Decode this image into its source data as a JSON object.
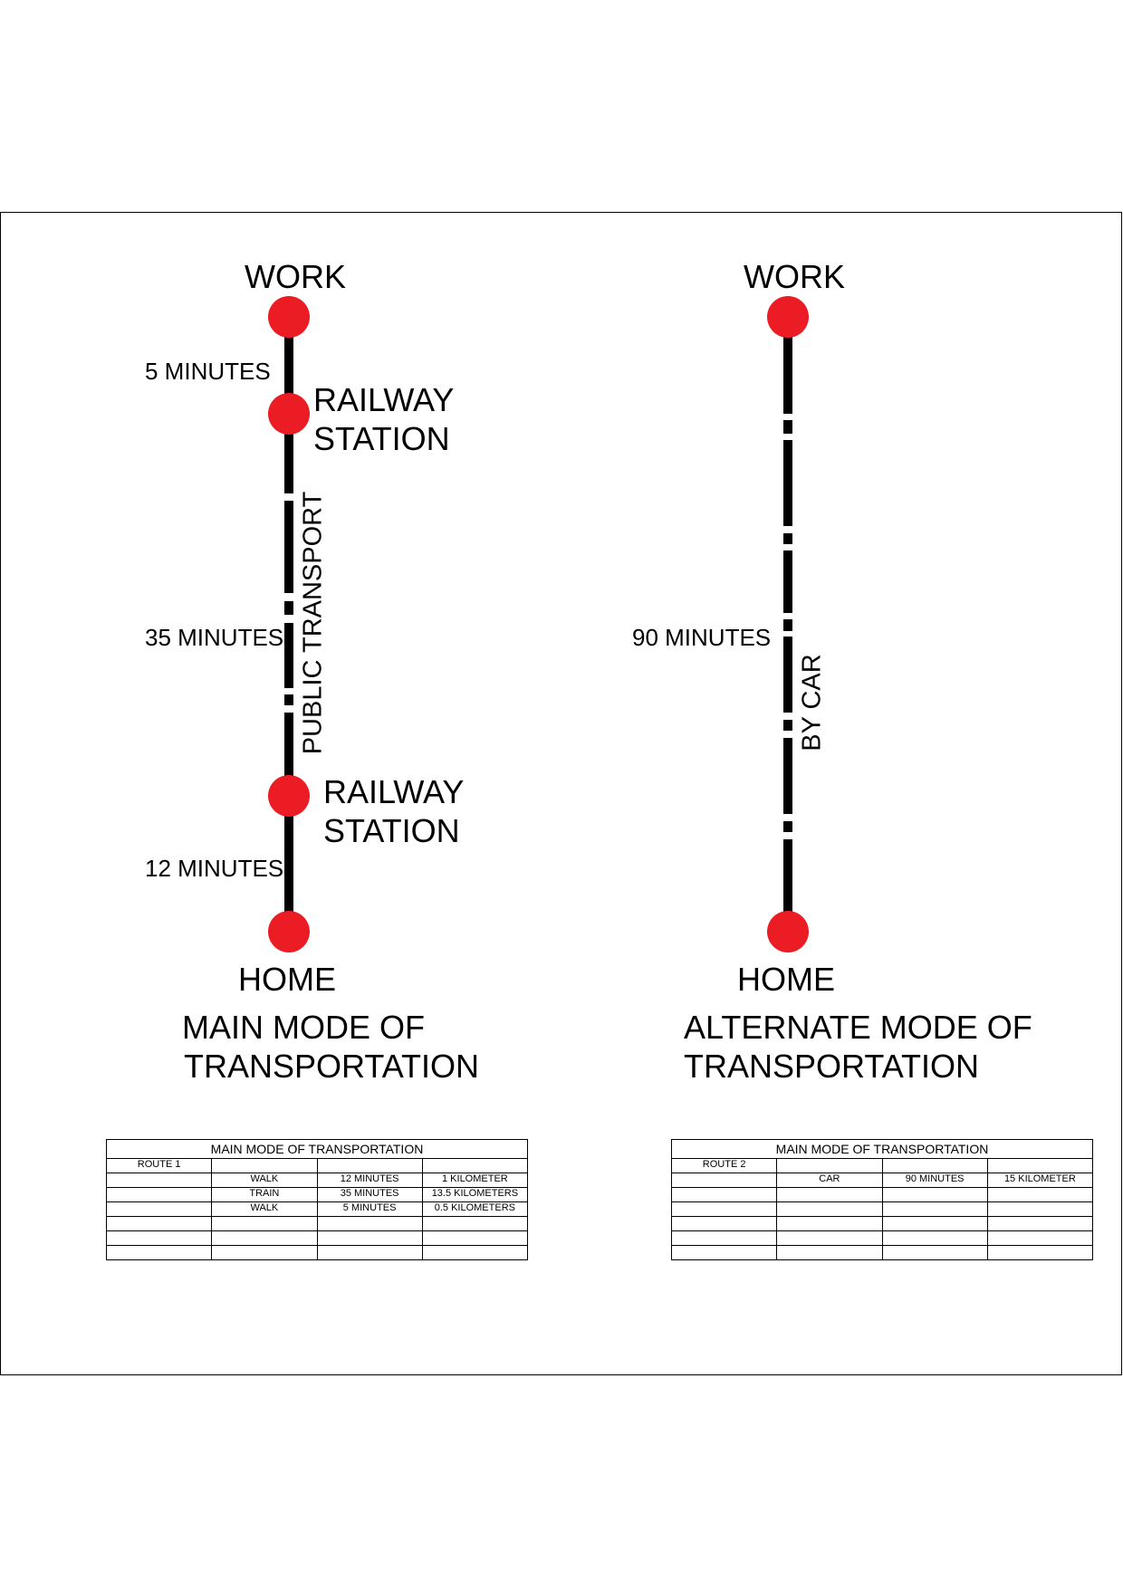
{
  "colors": {
    "node": "#ec1c24",
    "line": "#000000"
  },
  "main_route": {
    "top_label": "WORK",
    "station_top": [
      "RAILWAY",
      "STATION"
    ],
    "station_bottom": [
      "RAILWAY",
      "STATION"
    ],
    "bottom_label": "HOME",
    "leg_times": [
      "5 MINUTES",
      "35 MINUTES",
      "12 MINUTES"
    ],
    "transport_label": "PUBLIC TRANSPORT",
    "title": [
      "MAIN MODE OF",
      "TRANSPORTATION"
    ]
  },
  "alt_route": {
    "top_label": "WORK",
    "bottom_label": "HOME",
    "leg_time": "90 MINUTES",
    "transport_label": "BY CAR",
    "title": [
      "ALTERNATE MODE OF",
      "TRANSPORTATION"
    ]
  },
  "table1": {
    "caption": "MAIN MODE OF TRANSPORTATION",
    "route": "ROUTE 1",
    "rows": [
      [
        "",
        "WALK",
        "12 MINUTES",
        "1 KILOMETER"
      ],
      [
        "",
        "TRAIN",
        "35 MINUTES",
        "13.5 KILOMETERS"
      ],
      [
        "",
        "WALK",
        "5 MINUTES",
        "0.5 KILOMETERS"
      ],
      [
        "",
        "",
        "",
        ""
      ],
      [
        "",
        "",
        "",
        ""
      ],
      [
        "",
        "",
        "",
        ""
      ]
    ]
  },
  "table2": {
    "caption": "MAIN MODE OF TRANSPORTATION",
    "route": "ROUTE 2",
    "rows": [
      [
        "",
        "CAR",
        "90 MINUTES",
        "15 KILOMETER"
      ],
      [
        "",
        "",
        "",
        ""
      ],
      [
        "",
        "",
        "",
        ""
      ],
      [
        "",
        "",
        "",
        ""
      ],
      [
        "",
        "",
        "",
        ""
      ],
      [
        "",
        "",
        "",
        ""
      ]
    ]
  }
}
